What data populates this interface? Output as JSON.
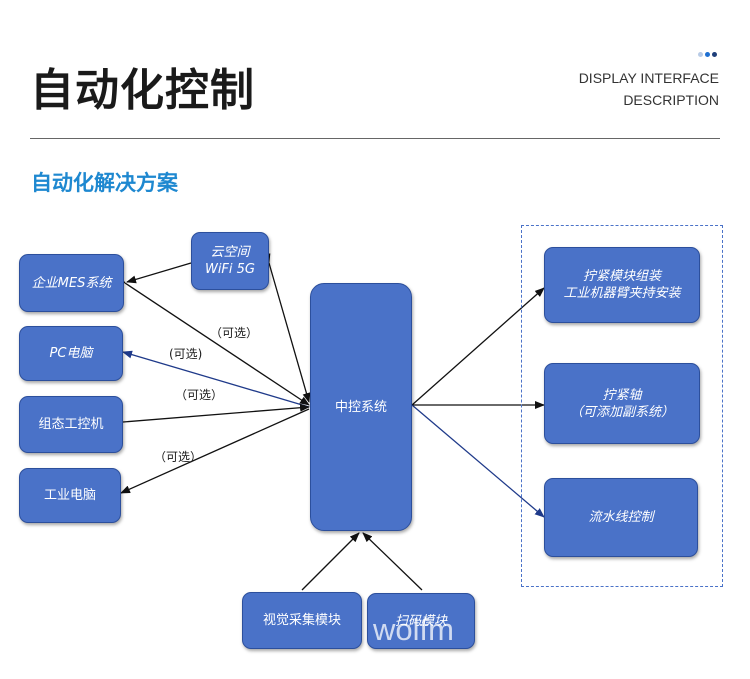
{
  "header": {
    "title": "自动化控制",
    "subtitle_line1": "DISPLAY INTERFACE",
    "subtitle_line2": "DESCRIPTION",
    "dot_colors": [
      "#b8cbe6",
      "#1f6fd1",
      "#1f3f7a"
    ]
  },
  "section": {
    "title": "自动化解决方案"
  },
  "nodes": {
    "mes": "企业MES系统",
    "cloud_line1": "云空间",
    "cloud_line2": "WiFi 5G",
    "pc": "PC电脑",
    "scada": "组态工控机",
    "ipc": "工业电脑",
    "center": "中控系统",
    "tighten_line1": "拧紧模块组装",
    "tighten_line2": "工业机器臂夹持安装",
    "spindle_line1": "拧紧轴",
    "spindle_line2": "（可添加副系统）",
    "line_ctrl": "流水线控制",
    "vision": "视觉采集模块",
    "scan": "扫码模块"
  },
  "edge_labels": {
    "mes_optional": "（可选）",
    "pc_optional": "(可选)",
    "scada_optional": "（可选）",
    "ipc_optional": "（可选）"
  },
  "watermark": "wolfm",
  "colors": {
    "node_fill": "#4a72c8",
    "accent_blue": "#1e88d0",
    "edge_black": "#111111",
    "edge_blue": "#1f3a8a"
  }
}
